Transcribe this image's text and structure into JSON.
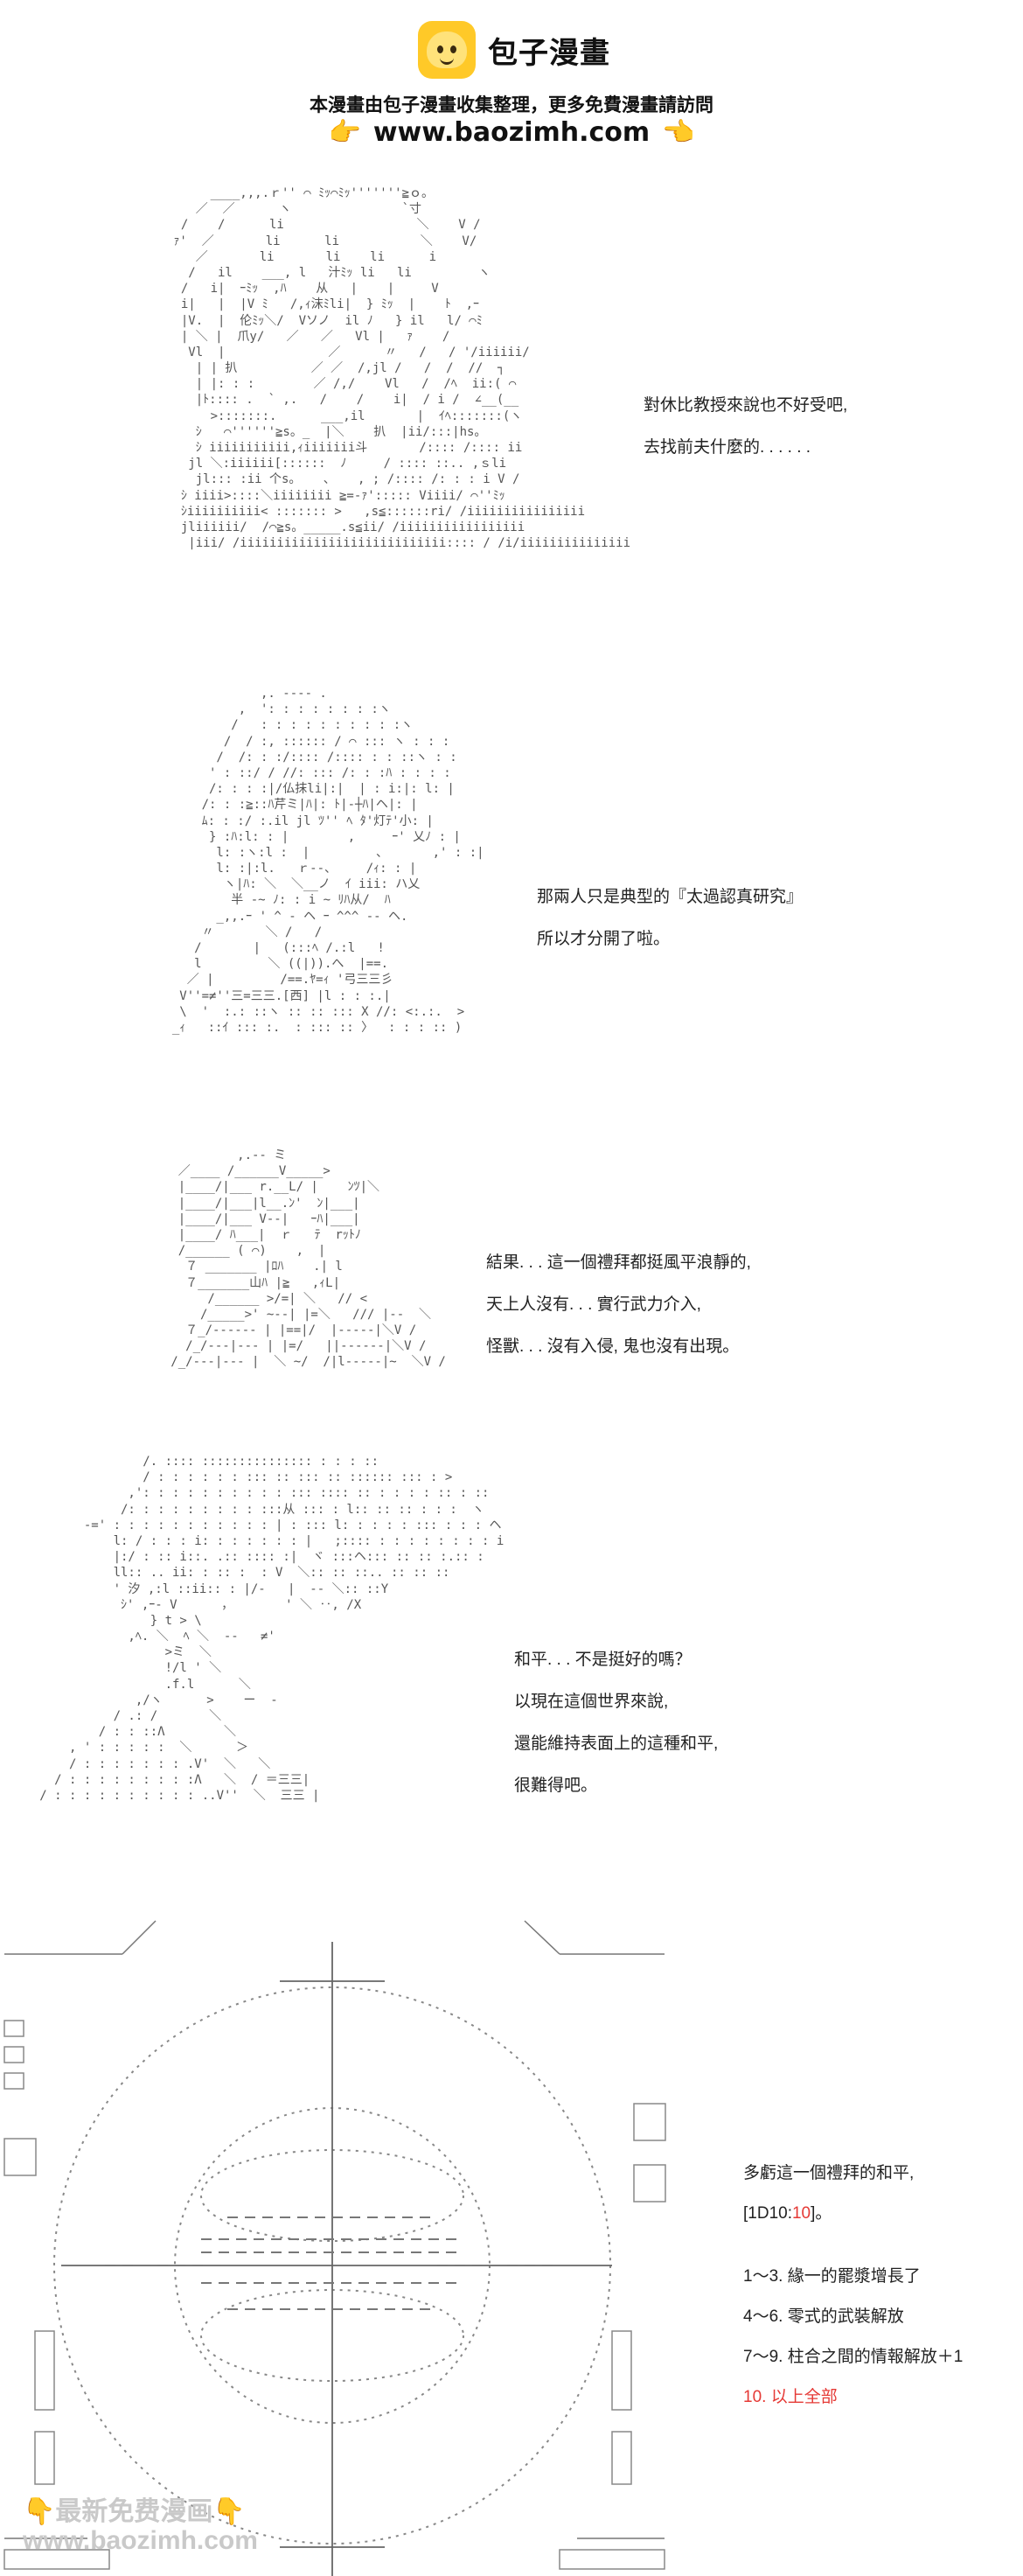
{
  "header": {
    "logo_text": "包子漫畫",
    "notice": "本漫畫由包子漫畫收集整理，更多免費漫畫請訪問",
    "url": "www.baozimh.com",
    "hand_left": "👉",
    "hand_right": "👈"
  },
  "ascii": {
    "art1": "      ____,,,.ｒ'' ⌒ ﾐｯ⌒ﾐｯ'''''''≧ｏ。\n    ／  ／      ヽ               `寸\n  /    /      li                  ＼    V /\n ｧ'  ／       li      li           ＼    V/\n    ／       li       li    li      i\n   /   il    ___, l   汁ﾐｯ li   li         ヽ\n  /   i|  ｰﾐｯ  ,ﾊ    从   |    |     V\n  i|   |  |V ﾐ   /,ｨ沫ﾐli|  } ﾐｯ  |    ﾄ  ,ｰ\n  |V.  |  伦ﾐｯ＼/  Vソノ  il ﾉ   } il   l/ ⌒ﾐ\n  | ＼ |  爪y/   ／   ／   Vl |   ｧ    /\n   Vl  |              ／      〃   /   / '/iiiiii/\n    | | 扒          ／ ／  /,jl /   /  /  //  ┐\n    | |: : :        ／ /,/    Vl   /  /ﾍ  ii:( ⌒\n    |ﾄ:::: .  ` ,.   /    /    i|  / i /  ∠__(__\n      >:::::::.      ___,il       |  ｲﾍ:::::::(ヽ\n    ｼ   ⌒''''''≧s。_  |＼    扒  |ii/:::|hs。\n    ｼ iiiiiiiiiii,ｨiiiiiii斗       /:::: /:::: ii\n   jl ＼:iiiiii[::::::  ﾉ     / :::: ::.. ,ｓli\n    jl::: :ii 个s。   、   , ; /:::: /: : : i V /\n  ｼ iiii>::::＼iiiiiiii ≧=-ｧ'::::: Viiii/ ⌒''ﾐｯ\n  ｼiiiiiiiiii< ::::::: >   ,s≦::::::ri/ /iiiiiiiiiiiiiiii\n  jliiiiii/  /⌒≧s。_____.s≦ii/ /iiiiiiiiiiiiiiiii\n   |iii/ /iiiiiiiiiiiiiiiiiiiiiiiiiiii:::: / /i/iiiiiiiiiiiiiii",
    "art2": "              ,. ---- .\n           ,  ': : : : : : : :ヽ\n          /   : : : : : : : : : :ヽ\n         /  / :, :::::: / ⌒ ::: ヽ : : :\n        /  /: : :/:::: /:::: : : ::ヽ : :\n       ' : ::/ / //: ::: /: : :ﾊ : : : :\n       /: : : :|/仏抹li|:|  | : i:|: l: |\n      /: : :≧::ﾊ芹ミ|ﾊ|: ﾄ|-┼ﾊ|ヘ|: |\n      ﾑ: : :/ :.il jl ﾂ'' ﾍ ﾀ'灯ﾃ'小: |\n       } :ﾊ:l: : |        ,     ｰ' 乂ﾉ : |\n        l: :ヽ:l :  |         、      ,' : :|\n        l: :|:l.   ｒ--、    /ｨ: : |\n         ヽ|ﾊ: ＼  ＼__ノ  ｲ iii: ハ乂\n          半 -~ ﾉ: : i ~ ﾘﾊ从/  ﾊ\n        _,,.ｰ ' ^ - ヘ ｰ ^^^ -- ヘ.\n      〃       ＼ /   /\n     /       |   (:::ﾍ /.:l   !\n     l         ＼ ((|)).へ  |==.\n    ／ |         /==.ﾔ=ｨ '弓三三彡\n   V''=≠''三=三三.[西] |l : : :.|\n   \\  '  :.: ::ヽ :: :: ::: X //: <:.:.  >\n  _ｨ   ::ｲ ::: :.  : ::: :: 〉  : : : :: )",
    "art3": "            ,.-- ミ\n    ／____ /______V_____>\n    |____/|___ r.__L/ |    ﾝﾂ|＼\n    |____/|___|l__.ﾝ'  ﾝ|___|\n    |____/|___ V--|   ｰﾊ|___|\n    |____/ ﾊ___|  ｒ   ﾃ  rｯﾄﾉ\n    /______ ( ⌒)    ,  |\n     ７ _______ |ﾛﾊ    .| l\n     ７_______山ﾊ |≧   ,ｨL|\n        /______ >/=| ＼   // <\n       /_____>' ~--| |=＼   /// |--  ＼\n     ７_/------ | |==|/  |-----|＼V /\n     /_/---|--- | |=/   ||------|＼V /\n   /_/---|--- |  ＼ ~/  /|l-----|~  ＼V /",
    "art4": "                 /. :::: ::::::::::::::: : : : ::\n                 / : : : : : : ::: :: ::: :: :::::: ::: : >\n               ,': : : : : : : : : : ::: :::: :: : : : : :: : ::\n              /: : : : : : : : : :::从 ::: : l:: :: :: : : :  ヽ\n         -=' : : : : : : : : : : : | : ::: l: : : : : ::: : : : ヘ\n             l: / : : : i: : : : : : : |   ;:::: : : : : : : : : i\n             |:/ : :: i::. .:: :::: :|  ヾ :::ヘ::: :: :: :.:: :\n             ll:: .. ii: : :: :  : V  ＼:: :: ::.. :: :: ::\n             ' 汐 ,:l ::ii:: : |/-   |  -- ＼:: ::Y\n              ｼ' ,ｰ- V      ，       ' ＼ ‥, /X\n                  } t > \\\n               ,ﾍ. ＼  ﾍ ＼  --   ≠'\n                    >ミ  ＼\n                    !/l ' ＼\n                    .f.l      ＼\n                ,/ヽ      >    ー  -\n             / .: /       ＼\n           / : : ::Λ        ＼\n       , ' : : : : :  ＼      ＞\n       / : : : : : : : .V'  ＼   ＼\n     / : : : : : : : : :Λ   ＼  / ＝三三|\n   / : : : : : : : : : : ..V''  ＼  三三 |"
  },
  "dialogue": {
    "block1": [
      "對休比教授來說也不好受吧,",
      "去找前夫什麼的. . . . . ."
    ],
    "block2": [
      "那兩人只是典型的『太過認真研究』",
      "所以才分開了啦。"
    ],
    "block3": [
      "結果. . . 這一個禮拜都挺風平浪靜的,",
      "天上人沒有. . . 實行武力介入,",
      "怪獸. . . 沒有入侵, 鬼也沒有出現。"
    ],
    "block4": [
      "和平. . . 不是挺好的嗎？",
      "以現在這個世界來說,",
      "還能維持表面上的這種和平,",
      "很難得吧。"
    ]
  },
  "roll": {
    "intro": "多虧這一個禮拜的和平,",
    "dice_prefix": "[1D10:",
    "dice_result": "10",
    "dice_suffix": "]。",
    "options": [
      "1～3. 緣一的罷漿增長了",
      "4～6. 零式的武裝解放",
      "7～9. 柱合之間的情報解放＋1",
      "10. 以上全部"
    ]
  },
  "watermark": {
    "line1": "👇最新免费漫画👇",
    "line2": "www.baozimh.com"
  },
  "colors": {
    "accent_red": "#e53935",
    "logo_yellow": "#ffc928"
  }
}
